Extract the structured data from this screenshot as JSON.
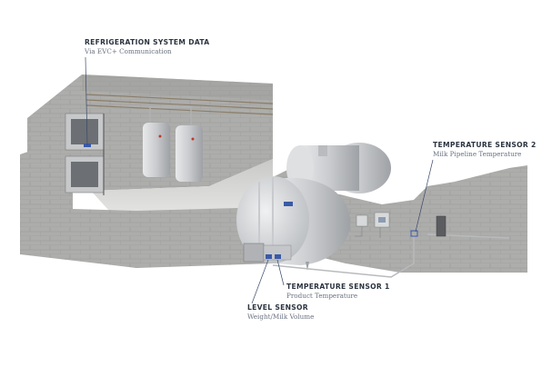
{
  "diagram": {
    "subject": "Milk cooling tank system cutaway with sensor callouts",
    "colors": {
      "title_text": "#2b3440",
      "subtitle_text": "#6a7280",
      "leader_line": "#3a4a6a",
      "sensor_marker": "#3a5aa8",
      "wall": "#a9a9a7",
      "wall_dark": "#8e8e8c",
      "steel": "#d3d5d8",
      "background": "#ffffff"
    },
    "callouts": {
      "refrigeration": {
        "title": "REFRIGERATION SYSTEM DATA",
        "subtitle": "Via EVC+ Communication"
      },
      "temp_sensor_2": {
        "title": "TEMPERATURE SENSOR 2",
        "subtitle": "Milk Pipeline Temperature"
      },
      "temp_sensor_1": {
        "title": "TEMPERATURE SENSOR 1",
        "subtitle": "Product Temperature"
      },
      "level_sensor": {
        "title": "LEVEL SENSOR",
        "subtitle": "Weight/Milk Volume"
      }
    }
  }
}
